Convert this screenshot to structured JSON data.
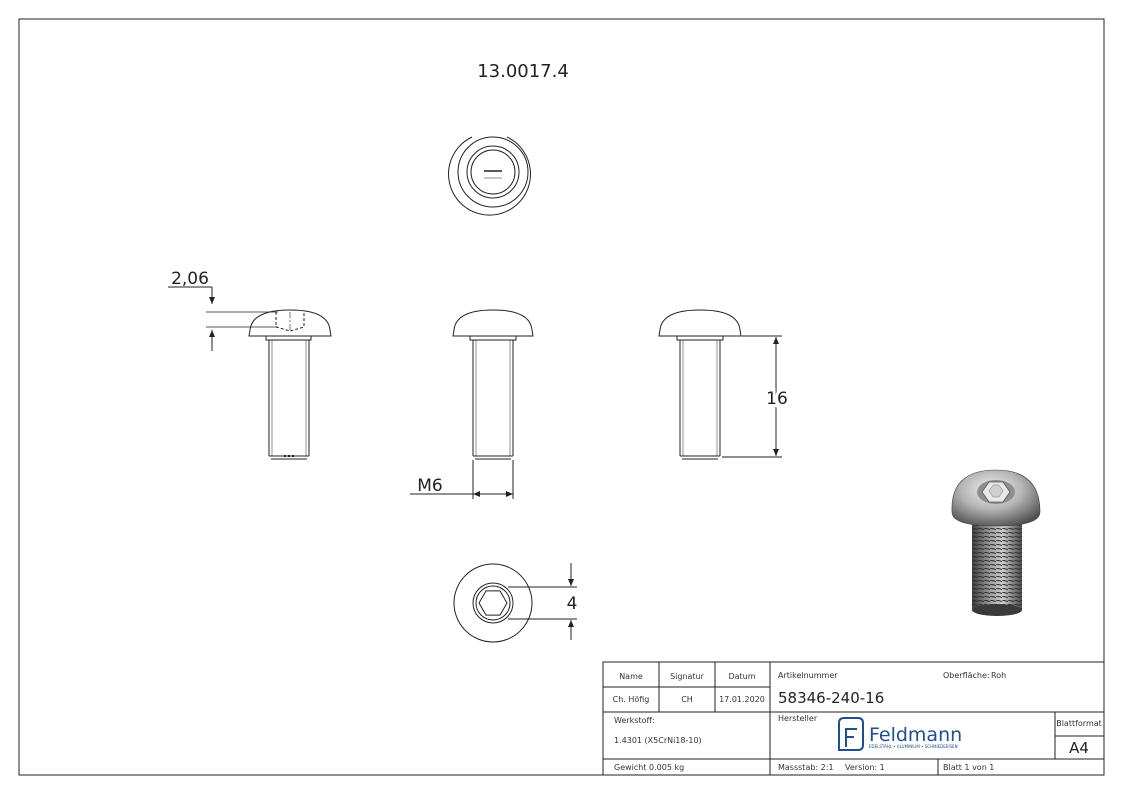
{
  "drawing": {
    "part_number_title": "13.0017.4",
    "dimensions": {
      "head_recess_depth": "2,06",
      "thread": "M6",
      "length": "16",
      "hex_socket": "4"
    }
  },
  "title_block": {
    "headers": {
      "name": "Name",
      "signature": "Signatur",
      "date": "Datum"
    },
    "row": {
      "name": "Ch. Höfig",
      "signature": "CH",
      "date": "17.01.2020"
    },
    "material_label": "Werkstoff:",
    "material_value": "1.4301 (X5CrNi18-10)",
    "weight": "Gewicht 0.005 kg",
    "article_number_label": "Artikelnummer",
    "article_number": "58346-240-16",
    "surface_label": "Oberfläche:",
    "surface_value": "Roh",
    "manufacturer_label": "Hersteller",
    "logo_text": "Feldmann",
    "logo_subtext": "EDELSTAHL • ALUMINIUM • SCHMIEDEEISEN",
    "sheet_format_label": "Blattformat",
    "sheet_format": "A4",
    "scale": "Massstab: 2:1",
    "version": "Version: 1",
    "sheet": "Blatt 1 von 1"
  },
  "colors": {
    "line": "#222222",
    "logo": "#1f4f8f",
    "background": "#ffffff"
  }
}
